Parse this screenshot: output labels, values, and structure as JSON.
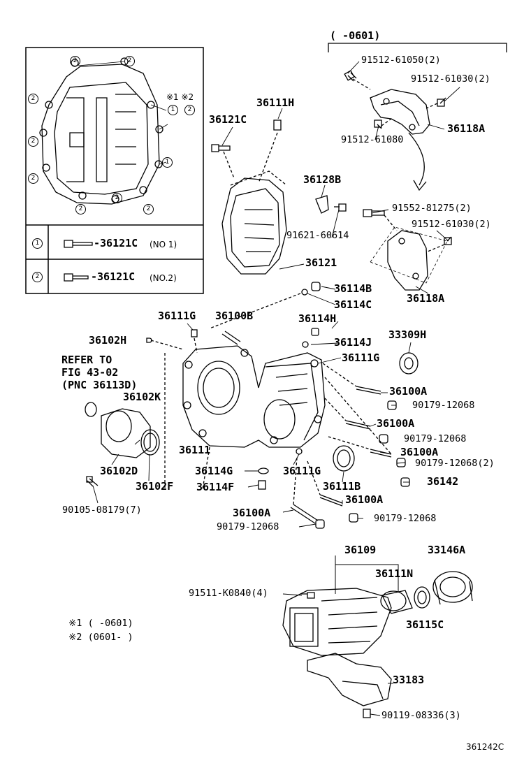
{
  "top_bracket": {
    "date_range": "(      -0601)"
  },
  "callouts": {
    "p91512_61050": "91512-61050(2)",
    "p91512_61030a": "91512-61030(2)",
    "p36118A_top": "36118A",
    "p91512_61080": "91512-61080",
    "p36111H": "36111H",
    "p36121C": "36121C",
    "p36128B": "36128B",
    "p91552_81275": "91552-81275(2)",
    "p91512_61030b": "91512-61030(2)",
    "p91621_60614": "91621-60614",
    "p36121": "36121",
    "p36114B": "36114B",
    "p36114C": "36114C",
    "p36118A_bot": "36118A",
    "p36111G_a": "36111G",
    "p36100B": "36100B",
    "p36114H": "36114H",
    "p33309H": "33309H",
    "p36102H": "36102H",
    "p36114J": "36114J",
    "p36111G_b": "36111G",
    "p36100A_1": "36100A",
    "p90179_a": "90179-12068",
    "p36102K": "36102K",
    "p36100A_2": "36100A",
    "p90179_b": "90179-12068",
    "p36111": "36111",
    "p36100A_3": "36100A",
    "p90179_c": "90179-12068(2)",
    "p36114G": "36114G",
    "p36111G_c": "36111G",
    "p36142": "36142",
    "p36102D": "36102D",
    "p36102F": "36102F",
    "p36114F": "36114F",
    "p36111B": "36111B",
    "p36100A_4": "36100A",
    "p90105": "90105-08179(7)",
    "p36100A_5": "36100A",
    "p90179_d": "90179-12068",
    "p90179_e": "90179-12068",
    "p36109": "36109",
    "p33146A": "33146A",
    "p36111N": "36111N",
    "p91511": "91511-K0840(4)",
    "p36115C": "36115C",
    "p33183": "33183",
    "p90119": "90119-08336(3)"
  },
  "refer_note": {
    "line1": "REFER TO",
    "line2": "FIG 43-02",
    "line3": "(PNC 36113D)"
  },
  "inset": {
    "note_marks": "※1 ※2",
    "legend": [
      {
        "marker": "1",
        "part": "-36121C",
        "note": "(NO 1)"
      },
      {
        "marker": "2",
        "part": "-36121C",
        "note": "(NO.2)"
      }
    ]
  },
  "footnotes": {
    "n1": "※1 (      -0601)",
    "n2": "※2 (0601-      )"
  },
  "figure_code": "361242C"
}
